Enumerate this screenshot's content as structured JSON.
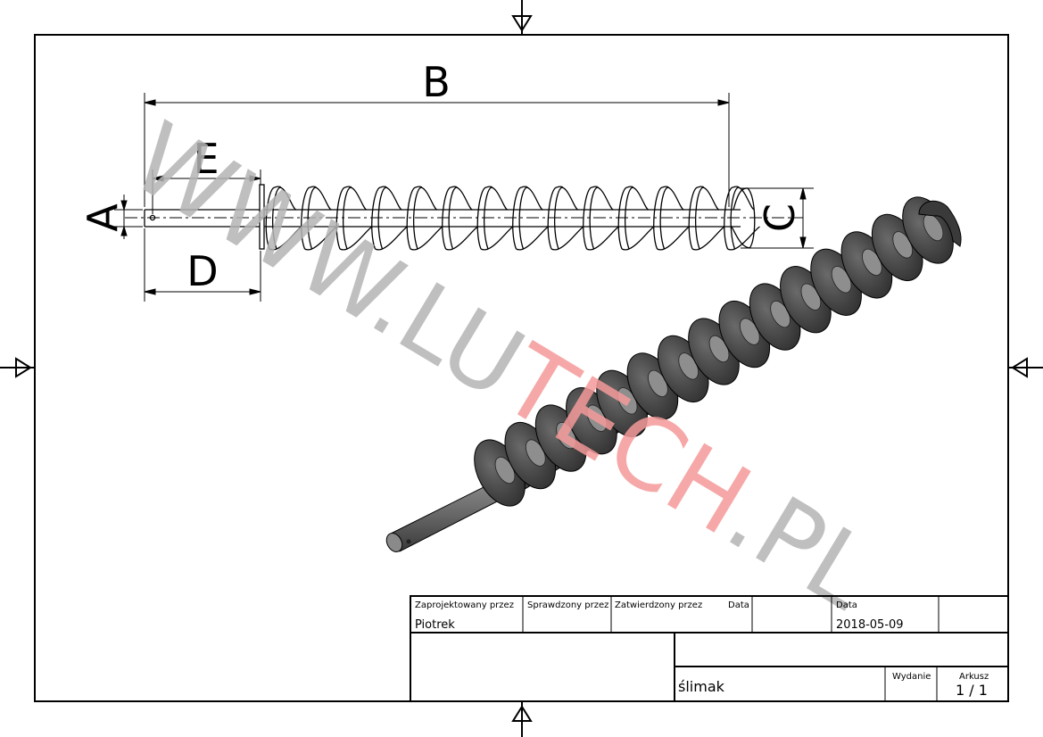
{
  "drawing": {
    "dimension_letters": {
      "a": "A",
      "b": "B",
      "c": "C",
      "d": "D",
      "e": "E"
    },
    "watermark": {
      "part1": "WWW.LU",
      "part2": "TECH",
      "part3": ".PL"
    }
  },
  "title_block": {
    "designed_by_label": "Zaprojektowany przez",
    "designed_by_value": "Piotrek",
    "checked_by_label": "Sprawdzony przez",
    "approved_by_label": "Zatwierdzony przez",
    "date_label_1": "Data",
    "date_label_2": "Data",
    "date_value": "2018-05-09",
    "title": "ślimak",
    "revision_label": "Wydanie",
    "sheet_label": "Arkusz",
    "sheet_value": "1 / 1"
  },
  "colors": {
    "line": "#000000",
    "watermark_gray": "#b4b4b4",
    "watermark_red": "#f59a9a",
    "flight_dark": "#3c3c3c",
    "shaft": "#6b6b6b"
  }
}
